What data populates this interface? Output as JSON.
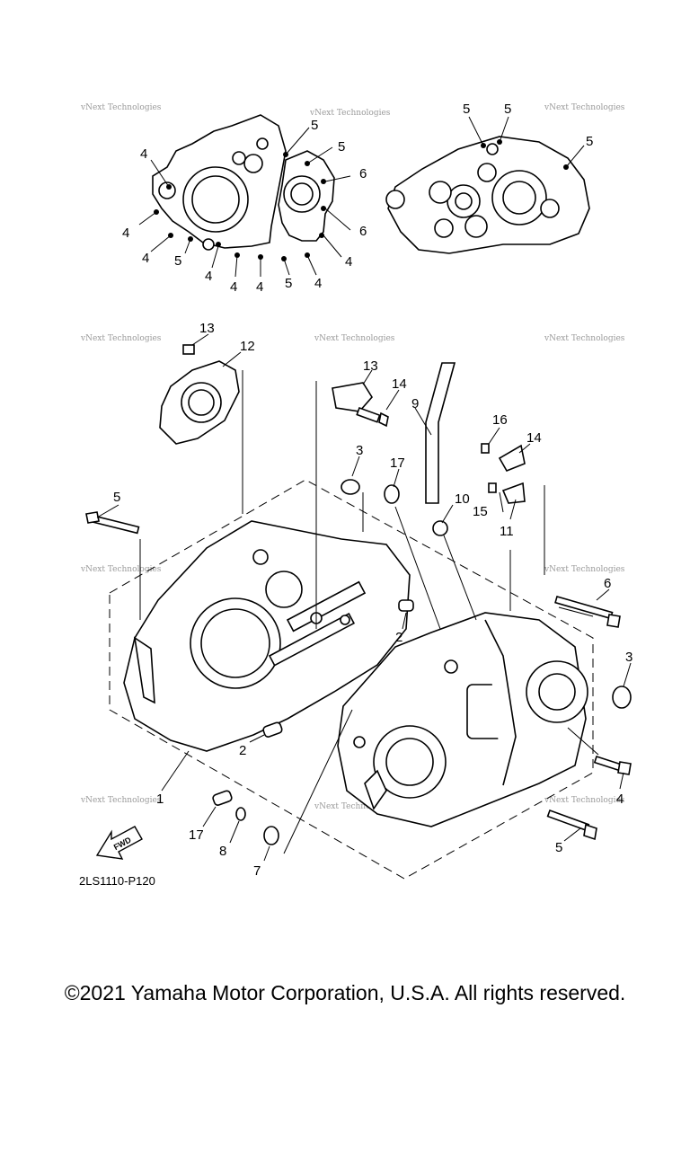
{
  "diagram": {
    "code": "2LS1110-P120",
    "fwd_label": "FWD",
    "watermark": "vNext Technologies",
    "callouts": [
      "1",
      "2",
      "2",
      "3",
      "3",
      "4",
      "4",
      "4",
      "4",
      "4",
      "4",
      "4",
      "4",
      "4",
      "5",
      "5",
      "5",
      "5",
      "5",
      "5",
      "5",
      "5",
      "5",
      "6",
      "6",
      "6",
      "7",
      "8",
      "9",
      "10",
      "11",
      "12",
      "13",
      "13",
      "14",
      "14",
      "15",
      "16",
      "17",
      "17"
    ]
  },
  "footer": {
    "copyright": "©2021 Yamaha Motor Corporation, U.S.A. All rights reserved."
  }
}
